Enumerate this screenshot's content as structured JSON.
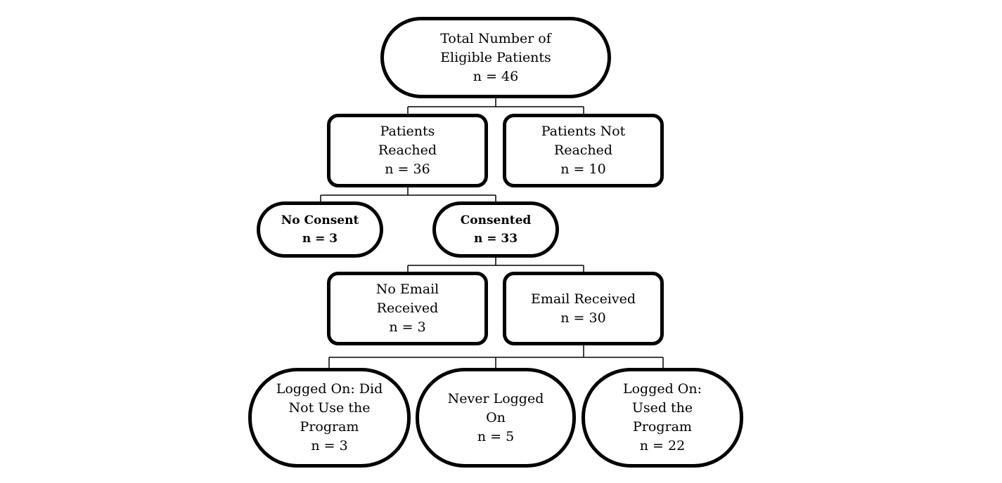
{
  "nodes": {
    "total": {
      "lines": [
        "Total Number of",
        "Eligible Patients",
        "n = 46"
      ]
    },
    "reached": {
      "lines": [
        "Patients",
        "Reached",
        "n = 36"
      ]
    },
    "not_reached": {
      "lines": [
        "Patients Not",
        "Reached",
        "n = 10"
      ]
    },
    "no_consent": {
      "lines": [
        "No Consent",
        "n = 3"
      ]
    },
    "consented": {
      "lines": [
        "Consented",
        "n = 33"
      ]
    },
    "no_email": {
      "lines": [
        "No Email",
        "Received",
        "n = 3"
      ]
    },
    "email": {
      "lines": [
        "Email Received",
        "n = 30"
      ]
    },
    "did_not_use": {
      "lines": [
        "Logged On: Did",
        "Not Use the",
        "Program",
        "n = 3"
      ]
    },
    "never_logged": {
      "lines": [
        "Never Logged",
        "On",
        "n = 5"
      ]
    },
    "used": {
      "lines": [
        "Logged On:",
        "Used the",
        "Program",
        "n = 22"
      ]
    }
  }
}
